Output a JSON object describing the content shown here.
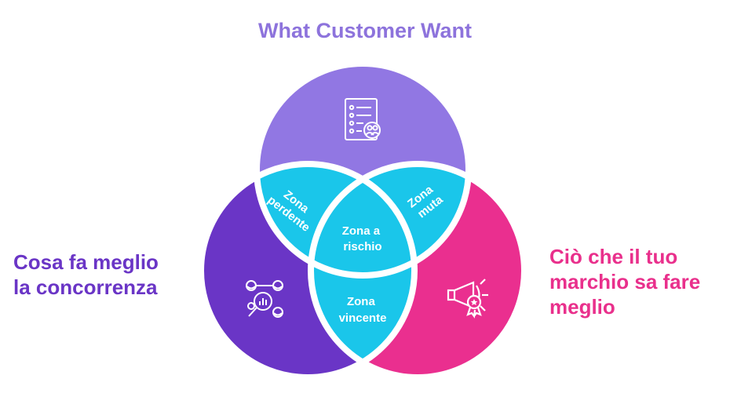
{
  "top_label": "What Customer Want",
  "left_label": [
    "Cosa fa meglio",
    "la concorrenza"
  ],
  "right_label": [
    "Ciò che il tuo",
    "marchio sa fare",
    "meglio"
  ],
  "zones": {
    "losing": [
      "Zona",
      "perdente"
    ],
    "mute": [
      "Zona",
      "muta"
    ],
    "risk": [
      "Zona a",
      "rischio"
    ],
    "winning": [
      "Zona",
      "vincente"
    ]
  },
  "colors": {
    "top_circle": "#9177e3",
    "left_circle": "#6a35c6",
    "right_circle": "#ea2f8f",
    "overlap": "#1ac6ea",
    "outline": "#ffffff"
  },
  "icons": {
    "top": "checklist-document-icon",
    "left": "competitor-analysis-icon",
    "right": "megaphone-badge-icon"
  }
}
